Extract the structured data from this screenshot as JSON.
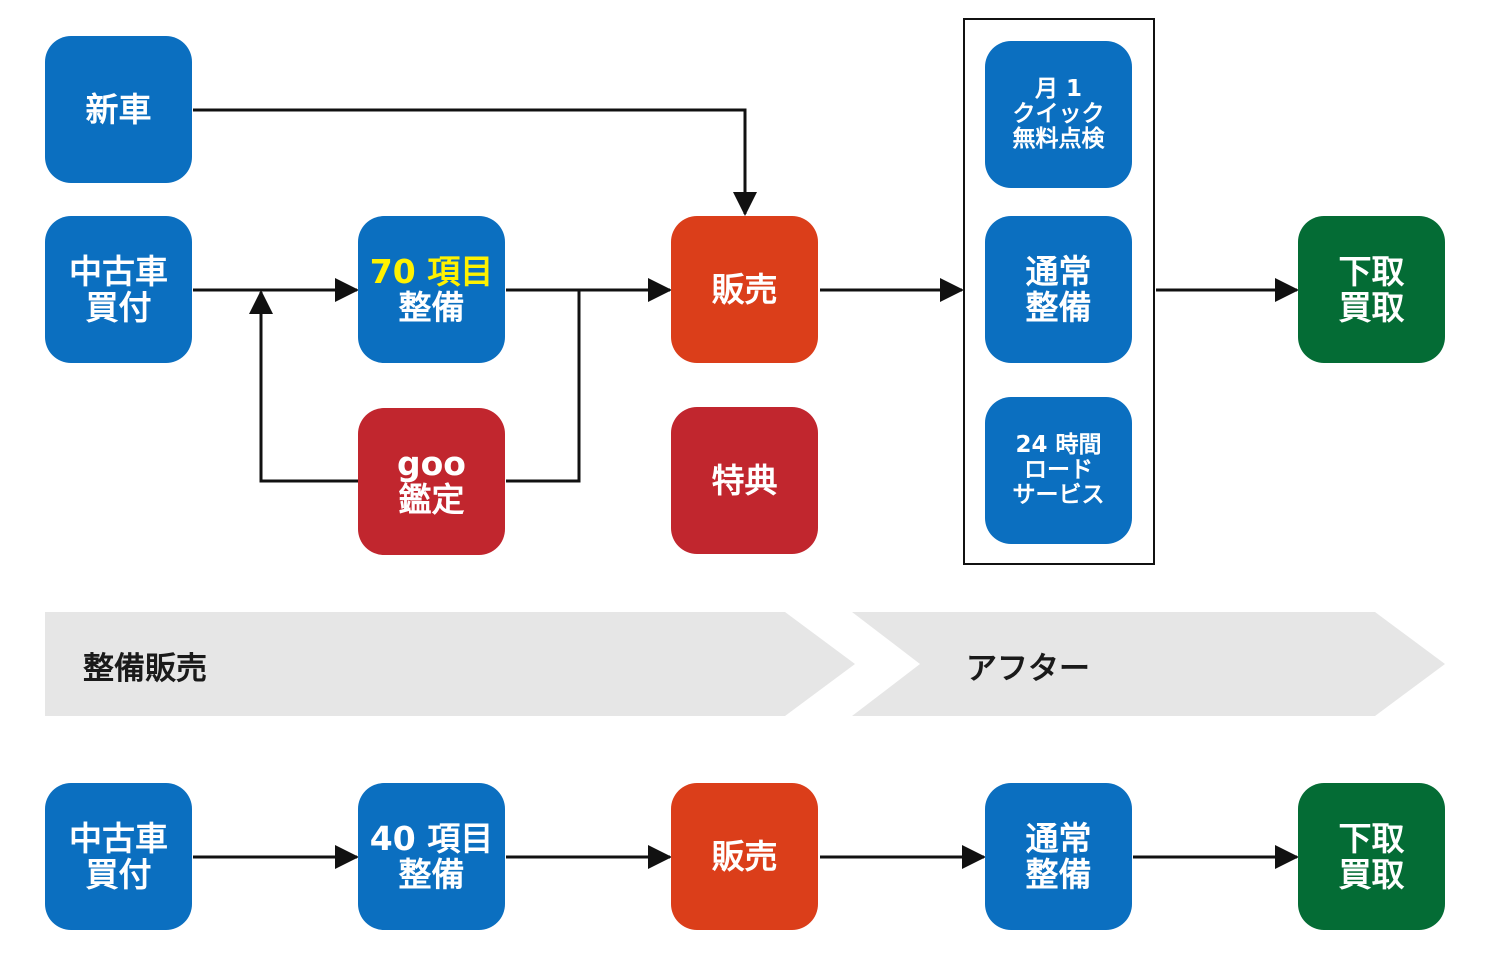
{
  "colors": {
    "blue": "#0b6fc0",
    "orange": "#db3e1a",
    "red": "#c1262e",
    "green": "#046c35",
    "highlight": "#fff200",
    "band": "#e6e6e6"
  },
  "top_flow": {
    "shinsha": [
      "新車"
    ],
    "chuko_kaitsuke": [
      "中古車",
      "買付"
    ],
    "seibi_70": {
      "highlight": "70 項目",
      "rest": "整備"
    },
    "goo_kantei": [
      "goo",
      "鑑定"
    ],
    "hanbai": [
      "販売"
    ],
    "tokuten": [
      "特典"
    ],
    "after_group": {
      "monthly_check": [
        "月 1",
        "クイック",
        "無料点検"
      ],
      "regular_maintenance": [
        "通常",
        "整備"
      ],
      "road_service": [
        "24 時間",
        "ロード",
        "サービス"
      ]
    },
    "trade_in": [
      "下取",
      "買取"
    ]
  },
  "phases": {
    "left": "整備販売",
    "right": "アフター"
  },
  "bottom_flow": {
    "chuko_kaitsuke": [
      "中古車",
      "買付"
    ],
    "seibi_40": [
      "40 項目",
      "整備"
    ],
    "hanbai": [
      "販売"
    ],
    "regular_maintenance": [
      "通常",
      "整備"
    ],
    "trade_in": [
      "下取",
      "買取"
    ]
  }
}
